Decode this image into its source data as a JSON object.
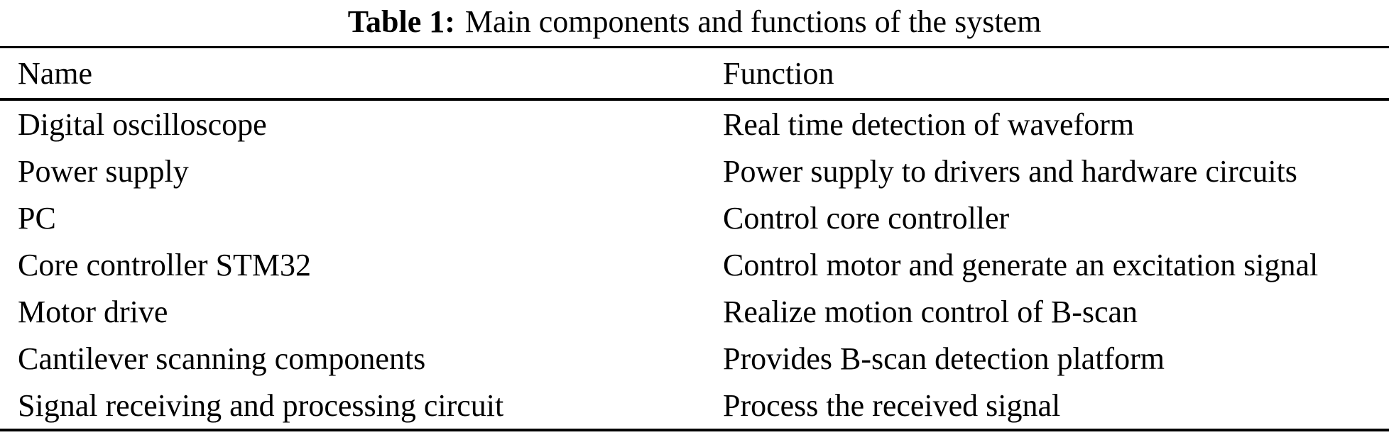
{
  "caption": {
    "label": "Table 1:",
    "text": "Main components and functions of the system"
  },
  "table": {
    "columns": [
      "Name",
      "Function"
    ],
    "rows": [
      [
        "Digital oscilloscope",
        "Real time detection of waveform"
      ],
      [
        "Power supply",
        "Power supply to drivers and hardware circuits"
      ],
      [
        "PC",
        "Control core controller"
      ],
      [
        "Core controller STM32",
        "Control motor and generate an excitation signal"
      ],
      [
        "Motor drive",
        "Realize motion control of B-scan"
      ],
      [
        "Cantilever scanning components",
        "Provides B-scan detection platform"
      ],
      [
        "Signal receiving and processing circuit",
        "Process the received signal"
      ]
    ]
  },
  "colors": {
    "text": "#000000",
    "background": "#ffffff",
    "rule": "#000000"
  }
}
